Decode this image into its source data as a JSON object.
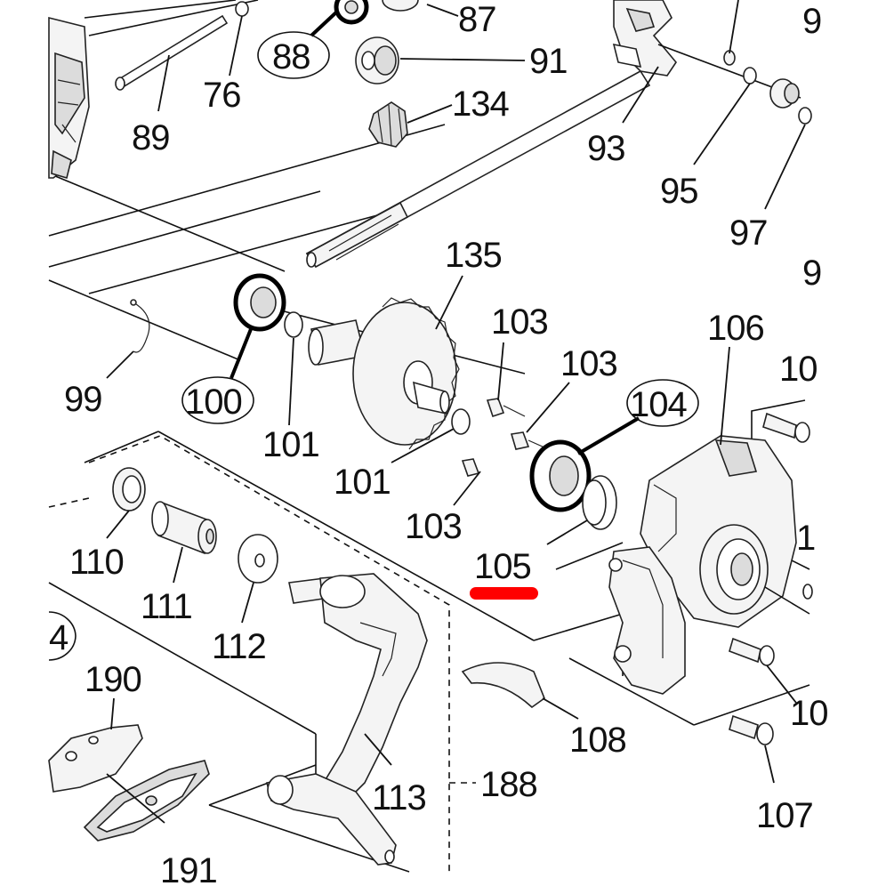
{
  "diagram": {
    "highlight_color": "#ff0000",
    "part_labels": {
      "p87": "87",
      "p88": "88",
      "p91": "91",
      "p76": "76",
      "p89": "89",
      "p134": "134",
      "p93": "93",
      "p95": "95",
      "p97": "97",
      "p9a": "9",
      "p9b": "9",
      "p135": "135",
      "p103a": "103",
      "p103b": "103",
      "p103c": "103",
      "p106": "106",
      "p10a": "10",
      "p99": "99",
      "p100": "100",
      "p101a": "101",
      "p101b": "101",
      "p104": "104",
      "p105": "105",
      "p1a": "1",
      "p110": "110",
      "p111": "111",
      "p112": "112",
      "p4": "4",
      "p190": "190",
      "p108": "108",
      "p10b": "10",
      "p188": "188",
      "p113": "113",
      "p107": "107",
      "p191": "191"
    }
  }
}
